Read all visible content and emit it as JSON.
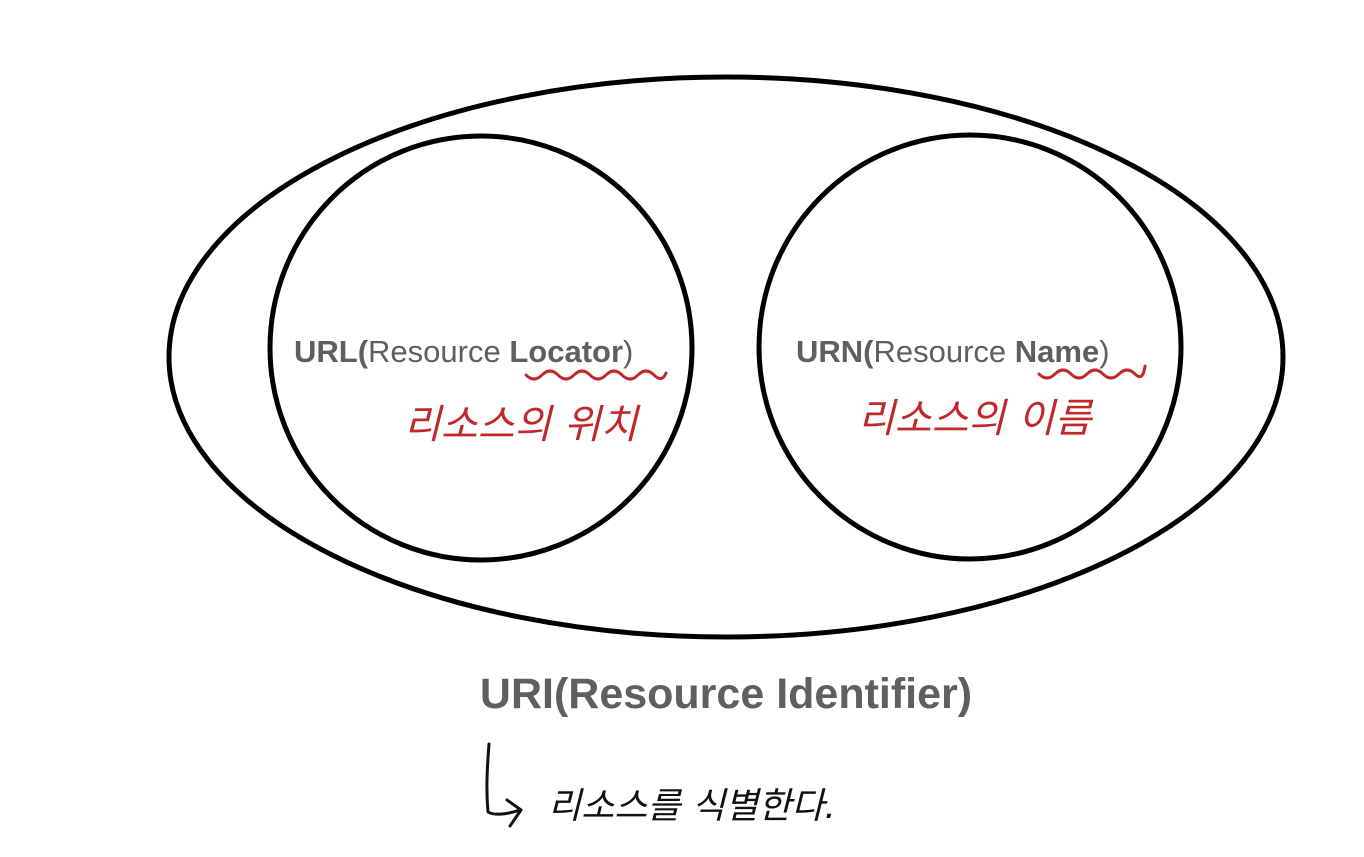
{
  "diagram": {
    "url": {
      "prefix": "URL(",
      "resource": "Resource ",
      "key": "Locator",
      "suffix": ")",
      "note": "리소스의 위치"
    },
    "urn": {
      "prefix": "URN(",
      "resource": "Resource ",
      "key": "Name",
      "suffix": ")",
      "note": "리소스의 이름"
    },
    "uri": {
      "title": "URI(Resource Identifier)",
      "note": "리소스를 식별한다."
    },
    "colors": {
      "outline": "#000000",
      "label": "#5f5f5f",
      "annotation": "#c0282a",
      "handwriting": "#111111"
    }
  }
}
